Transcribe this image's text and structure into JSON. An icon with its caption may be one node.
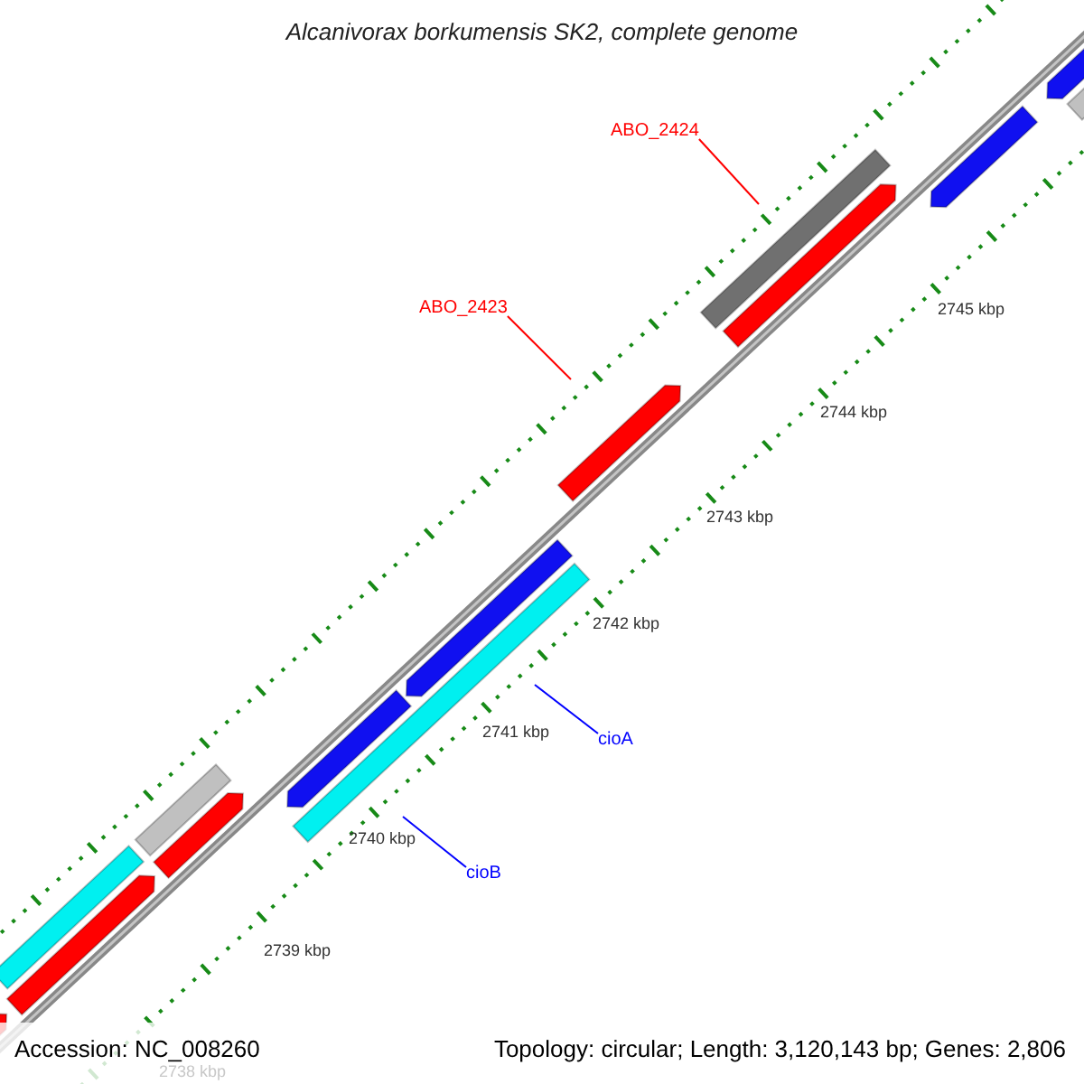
{
  "diagram": {
    "title": "Alcanivorax borkumensis SK2, complete genome",
    "nodes": [
      {
        "text": [
          "ABO_2424"
        ]
      },
      {
        "text": [
          "ABO_2423"
        ]
      },
      {
        "text": [
          "cioA"
        ]
      },
      {
        "text": [
          "cioB"
        ]
      }
    ],
    "edges": [
      {
        "from": 0,
        "to": null,
        "arrow": "none",
        "color": "#ff0000"
      },
      {
        "from": 1,
        "to": null,
        "arrow": "none",
        "color": "#ff0000"
      },
      {
        "from": 2,
        "to": null,
        "arrow": "none",
        "color": "#0000ff"
      },
      {
        "from": 3,
        "to": null,
        "arrow": "none",
        "color": "#0000ff"
      }
    ],
    "labels": [
      "2745 kbp",
      "2744 kbp",
      "2743 kbp",
      "2742 kbp",
      "2741 kbp",
      "2740 kbp",
      "2739 kbp",
      "2738 kbp",
      "Accession: NC_008260",
      "Topology: circular; Length: 3,120,143 bp; Genes: 2,806"
    ]
  }
}
